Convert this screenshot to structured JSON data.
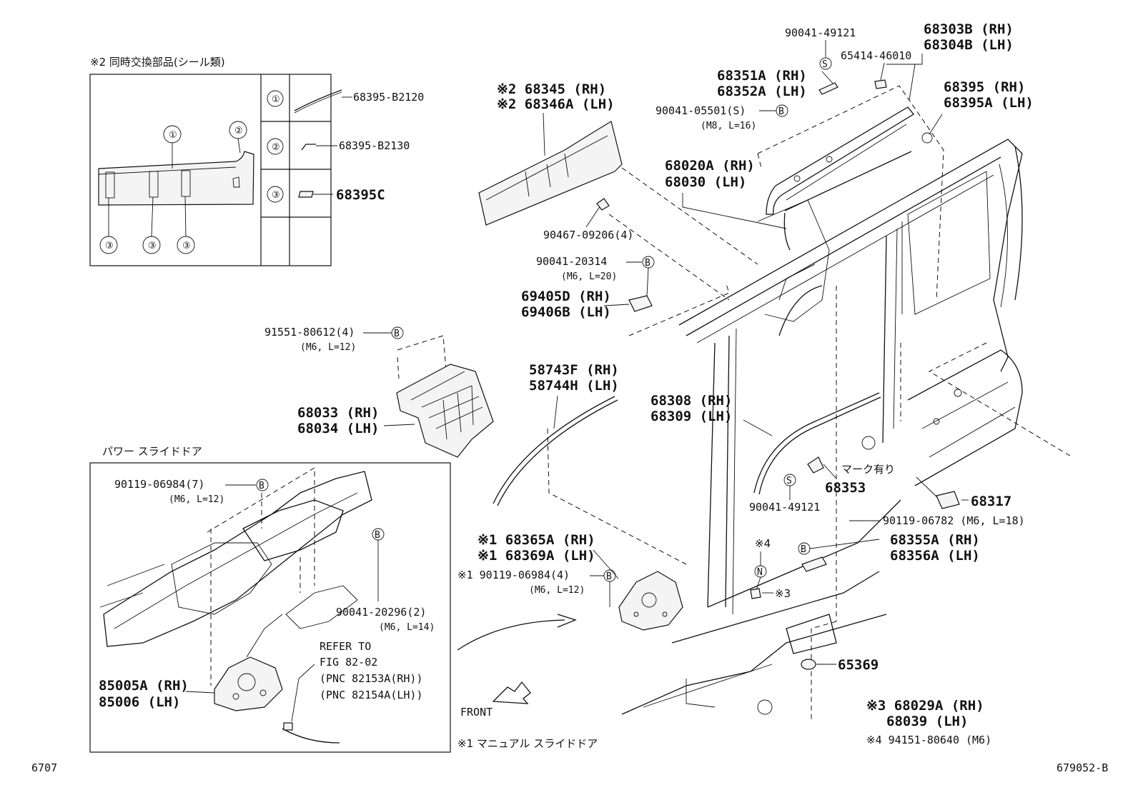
{
  "seal_box": {
    "title": "※2 同時交換部品(シール類)",
    "rows": [
      {
        "marker": "①",
        "part": "68395-B2120"
      },
      {
        "marker": "②",
        "part": "68395-B2130"
      },
      {
        "marker": "③",
        "part": "68395C"
      }
    ],
    "sketch_markers": [
      "①",
      "②",
      "③",
      "③",
      "③"
    ]
  },
  "power_box": {
    "title": "パワー スライドドア"
  },
  "labels": {
    "p68345": "※2 68345  (RH)",
    "p68346a": "※2 68346A (LH)",
    "p90467": "90467-09206(4)",
    "p90041_20314": "90041-20314",
    "p90041_20314_spec": "(M6, L=20)",
    "p69405d": "69405D (RH)",
    "p69406b": "69406B (LH)",
    "p91551": "91551-80612(4)",
    "p91551_spec": "(M6, L=12)",
    "p68033": "68033 (RH)",
    "p68034": "68034 (LH)",
    "p58743f": "58743F (RH)",
    "p58744h": "58744H (LH)",
    "p90041_49121_top": "90041-49121",
    "p68303b": "68303B (RH)",
    "p68304b": "68304B (LH)",
    "p65414": "65414-46010",
    "p68351a": "68351A (RH)",
    "p68352a": "68352A (LH)",
    "p68395rh": "68395  (RH)",
    "p68395a": "68395A (LH)",
    "p90041_05501": "90041-05501(S)",
    "p90041_05501_spec": "(M8, L=16)",
    "p68020a": "68020A (RH)",
    "p68030": "68030  (LH)",
    "p68308": "68308 (RH)",
    "p68309": "68309 (LH)",
    "p68353": "68353",
    "mark": "マーク有り",
    "p68317": "68317",
    "p90041_49121_mid": "90041-49121",
    "p90119_06782": "90119-06782 (M6, L=18)",
    "p68355a": "68355A (RH)",
    "p68356a": "68356A (LH)",
    "p68365a": "※1 68365A (RH)",
    "p68369a": "※1 68369A (LH)",
    "p90119_06984_4": "※1 90119-06984(4)",
    "p90119_06984_4_spec": "(M6, L=12)",
    "note4": "※4",
    "note3": "※3",
    "p65369": "65369",
    "p68029a": "※3 68029A (RH)",
    "p68039": "68039  (LH)",
    "p94151": "※4 94151-80640 (M6)",
    "p90119_06984_7": "90119-06984(7)",
    "p90119_06984_7_spec": "(M6, L=12)",
    "p90041_20296": "90041-20296(2)",
    "p90041_20296_spec": "(M6, L=14)",
    "p85005a": "85005A (RH)",
    "p85006": "85006  (LH)",
    "refer1": "REFER TO",
    "refer2": "FIG 82-02",
    "refer3": "(PNC 82153A(RH))",
    "refer4": "(PNC 82154A(LH))",
    "front": "FRONT",
    "manual_note": "※1 マニュアル スライドドア",
    "page_left": "6707",
    "page_right": "679052-B"
  },
  "markers": {
    "S": "S",
    "B": "B",
    "N": "N"
  }
}
